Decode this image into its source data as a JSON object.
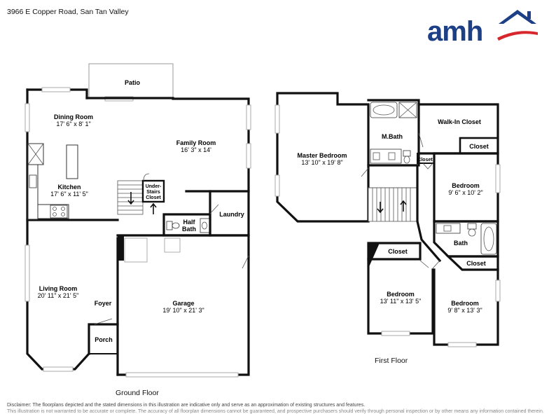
{
  "address": "3966 E Copper Road, San Tan Valley",
  "logo": {
    "text": "amh",
    "text_color": "#1c3f86",
    "roof_color": "#1c3f86",
    "swoosh_color": "#d8262d",
    "icon": "house-roof-icon"
  },
  "ground_floor": {
    "label": "Ground Floor",
    "rooms": {
      "patio": {
        "name": "Patio"
      },
      "dining": {
        "name": "Dining Room",
        "dims": "17' 6\" x 8' 1\""
      },
      "family": {
        "name": "Family Room",
        "dims": "16' 3\" x 14'"
      },
      "kitchen": {
        "name": "Kitchen",
        "dims": "17' 6\" x 11' 5\""
      },
      "under_stairs": {
        "name": "Under-Stairs Closet",
        "lines": [
          "Under-",
          "Stairs",
          "Closet"
        ]
      },
      "half_bath": {
        "name": "Half Bath",
        "lines": [
          "Half",
          "Bath"
        ]
      },
      "laundry": {
        "name": "Laundry"
      },
      "living": {
        "name": "Living Room",
        "dims": "20' 11\" x 21' 5\""
      },
      "foyer": {
        "name": "Foyer"
      },
      "garage": {
        "name": "Garage",
        "dims": "19' 10\" x 21' 3\""
      },
      "porch": {
        "name": "Porch"
      }
    }
  },
  "first_floor": {
    "label": "First Floor",
    "rooms": {
      "master_bedroom": {
        "name": "Master Bedroom",
        "dims": "13' 10\" x 19' 8\""
      },
      "mbath": {
        "name": "M.Bath"
      },
      "walk_in_closet": {
        "name": "Walk-In Closet"
      },
      "closet_top": {
        "name": "Closet"
      },
      "closet_small": {
        "name": "Closet"
      },
      "bedroom_right": {
        "name": "Bedroom",
        "dims": "9' 6\" x 10' 2\""
      },
      "bath": {
        "name": "Bath"
      },
      "closet_left": {
        "name": "Closet"
      },
      "closet_right": {
        "name": "Closet"
      },
      "bedroom_bottom_left": {
        "name": "Bedroom",
        "dims": "13' 11\" x 13' 5\""
      },
      "bedroom_bottom_right": {
        "name": "Bedroom",
        "dims": "9' 8\" x 13' 3\""
      }
    }
  },
  "disclaimer": "Disclaimer: The floorplans depicted and the stated dimensions in this illustration are indicative only and serve as an approximation of existing structures and features.",
  "disclaimer2": "This illustration is not warranted to be accurate or complete. The accuracy of all floorplan dimensions cannot be guaranteed, and prospective purchasers should verify through personal inspection or by other means any information contained therein."
}
